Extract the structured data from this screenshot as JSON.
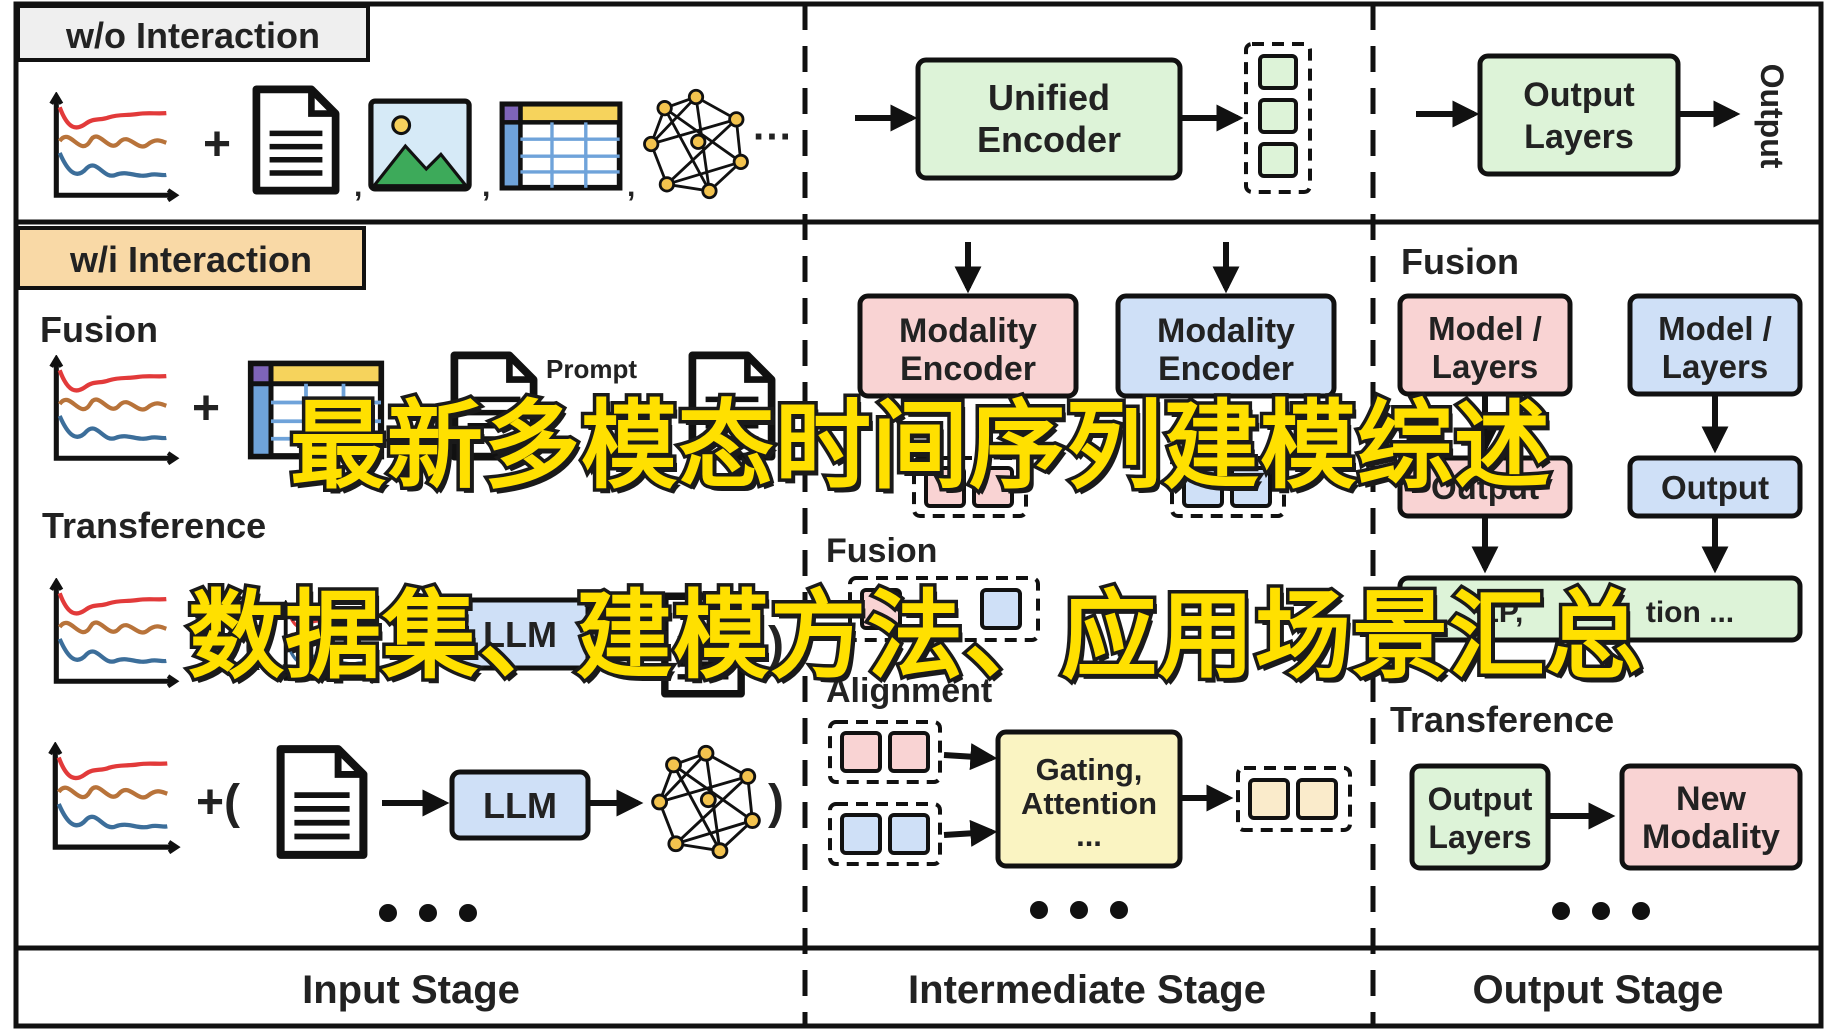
{
  "section_tags": {
    "without": "w/o Interaction",
    "with": "w/i Interaction"
  },
  "left_labels": {
    "fusion": "Fusion",
    "transference": "Transference"
  },
  "prompt_text": "Prompt",
  "llm_label": "LLM",
  "unified_encoder": [
    "Unified",
    "Encoder"
  ],
  "output_layers": [
    "Output",
    "Layers"
  ],
  "output_vertical": "Output",
  "modality_encoder": [
    "Modality",
    "Encoder"
  ],
  "model_layers": [
    "Model /",
    "Layers"
  ],
  "output_box": "Output",
  "mid_labels": {
    "fusion": "Fusion",
    "alignment": "Alignment"
  },
  "gating": [
    "Gating,",
    "Attention",
    "..."
  ],
  "right_labels": {
    "fusion": "Fusion",
    "transference": "Transference"
  },
  "combine_text_left": "LP,",
  "combine_text_right": "tion ...",
  "new_modality": [
    "New",
    "Modality"
  ],
  "ellipsis": "...",
  "stages": {
    "input": "Input Stage",
    "intermediate": "Intermediate Stage",
    "output": "Output Stage"
  },
  "overlay": {
    "line1": "最新多模态时间序列建模综述",
    "line2": "数据集、建模方法、应用场景汇总"
  },
  "colors": {
    "green": "#DDF3D8",
    "pink": "#F9D3D3",
    "blue": "#CFE0F7",
    "yellow": "#FAF4C2",
    "cream": "#FAEBCB",
    "tag_orange": "#F9D9A6",
    "tag_gray": "#EFEFEF",
    "line_red": "#E23A3A",
    "line_brown": "#B8733A",
    "line_blue": "#3C6E9A",
    "overlay_yellow": "#FFE000"
  }
}
